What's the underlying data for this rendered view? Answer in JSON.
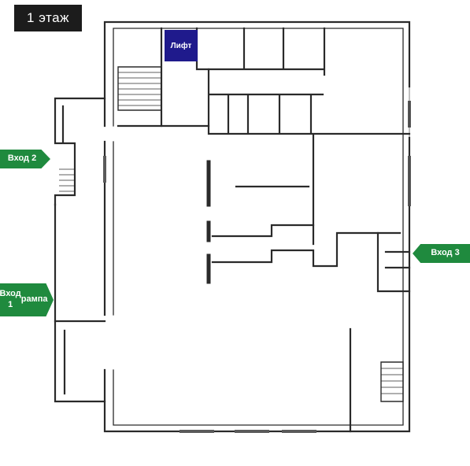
{
  "floor_label": "1 этаж",
  "lift_label": "Лифт",
  "entrances": {
    "entrance_2": "Вход 2",
    "entrance_3": "Вход 3",
    "entrance_1_line1": "Вход 1",
    "entrance_1_line2": "рампа"
  },
  "colors": {
    "badge_bg": "#1c1c1c",
    "lift_bg": "#1f1a8c",
    "entrance_bg": "#1f8a3e",
    "wall": "#2a2a2a"
  }
}
